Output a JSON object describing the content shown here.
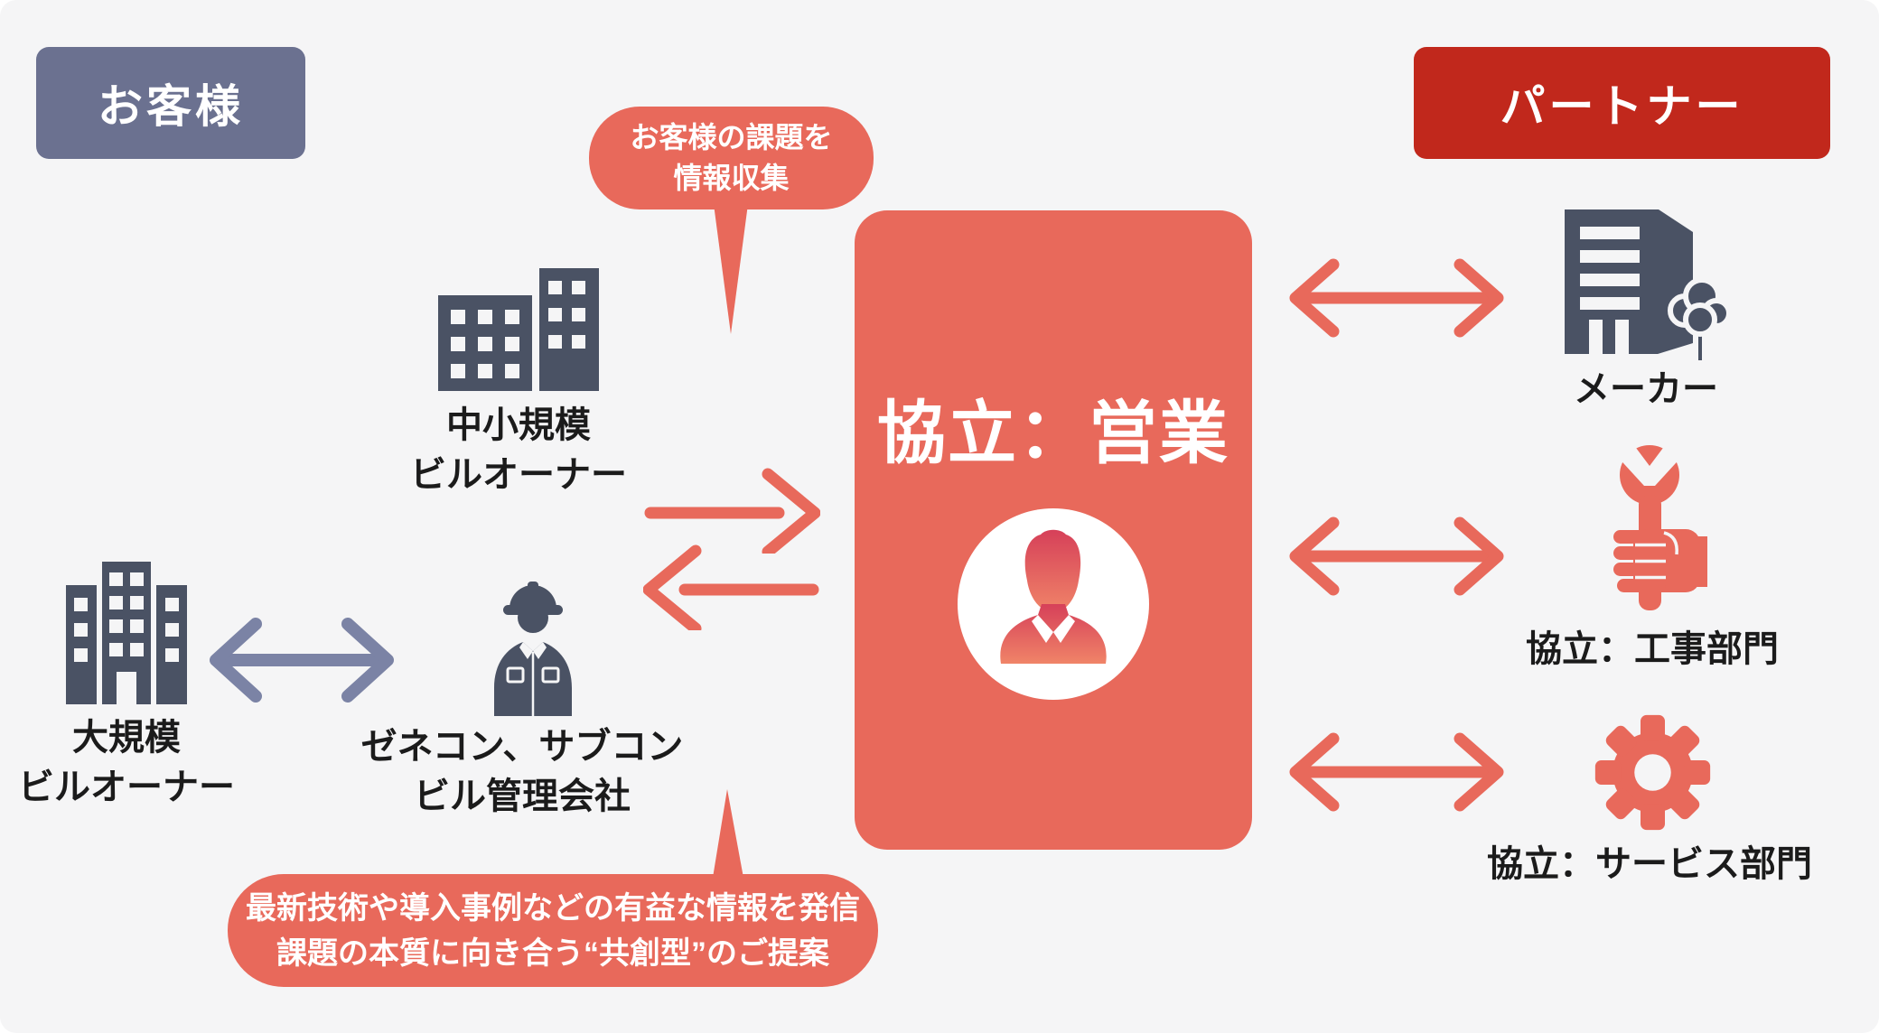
{
  "colors": {
    "background": "#f5f5f6",
    "salmon": "#e8695b",
    "dark_red": "#c1281c",
    "slate_header": "#6b7190",
    "icon_dark": "#4a5264",
    "purple_arrow": "#7b83a5",
    "label_text": "#1b1b1b",
    "avatar_gradient_top": "#d64059",
    "avatar_gradient_bottom": "#f08468"
  },
  "customer": {
    "header": "お客様",
    "groups": [
      {
        "id": "small-mid-owner",
        "line1": "中小規模",
        "line2": "ビルオーナー"
      },
      {
        "id": "large-owner",
        "line1": "大規模",
        "line2": "ビルオーナー"
      },
      {
        "id": "contractor",
        "line1": "ゼネコン、サブコン",
        "line2": "ビル管理会社"
      }
    ]
  },
  "partner": {
    "header": "パートナー",
    "groups": [
      {
        "id": "maker",
        "label": "メーカー"
      },
      {
        "id": "construction",
        "label": "協立：工事部門"
      },
      {
        "id": "service",
        "label": "協立：サービス部門"
      }
    ]
  },
  "center": {
    "title": "協立：営業"
  },
  "bubble_top": {
    "line1": "お客様の課題を",
    "line2": "情報収集"
  },
  "bubble_bottom": {
    "line1": "最新技術や導入事例などの有益な情報を発信",
    "line2": "課題の本質に向き合う“共創型”のご提案"
  }
}
